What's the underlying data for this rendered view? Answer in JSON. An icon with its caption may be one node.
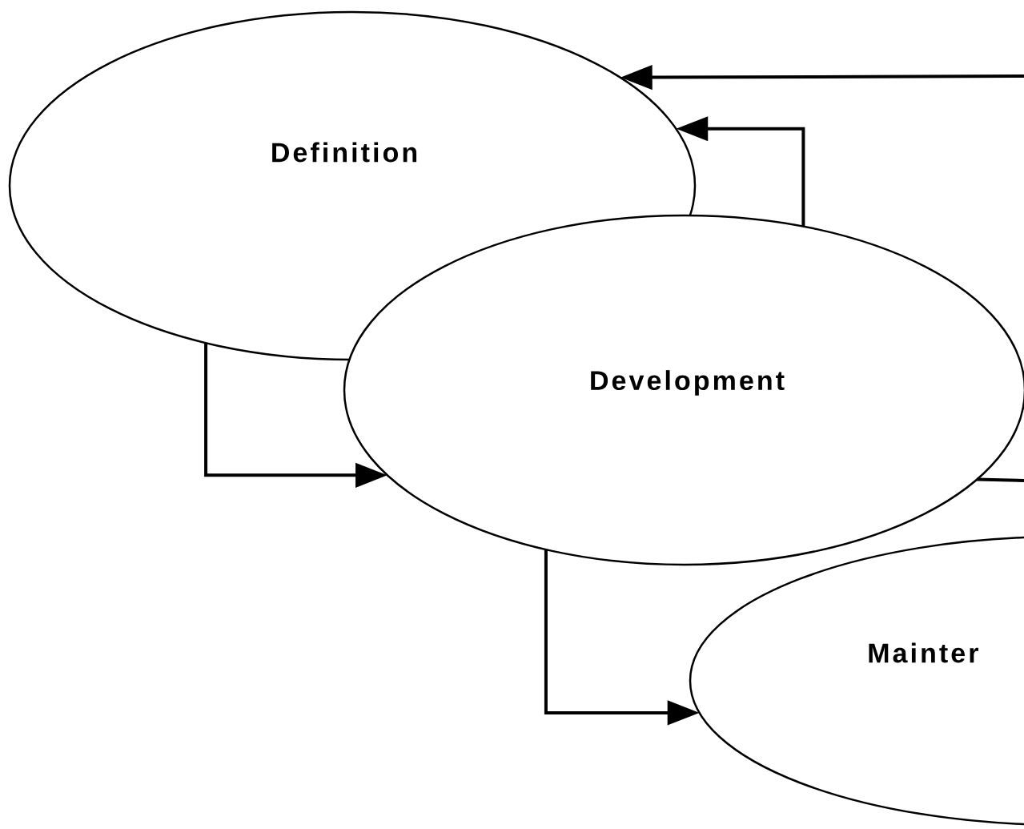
{
  "diagram": {
    "nodes": [
      {
        "text": [
          "Definition"
        ]
      },
      {
        "text": [
          "Development"
        ]
      },
      {
        "text": [
          "Mainter"
        ]
      }
    ],
    "edges": [
      {
        "from": null,
        "to": 0,
        "arrow": "to"
      },
      {
        "from": 1,
        "to": 0,
        "arrow": "to"
      },
      {
        "from": 0,
        "to": 1,
        "arrow": "to"
      },
      {
        "from": 1,
        "to": 2,
        "arrow": "to"
      },
      {
        "from": 1,
        "to": null,
        "arrow": "none"
      }
    ]
  }
}
